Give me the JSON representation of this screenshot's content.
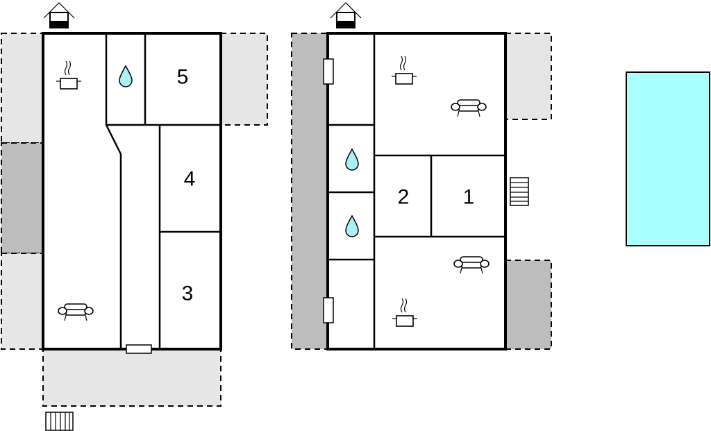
{
  "rooms": {
    "r1": "1",
    "r2": "2",
    "r3": "3",
    "r4": "4",
    "r5": "5"
  },
  "colors": {
    "pool": "#aaffff",
    "terrace_light": "#e6e6e6",
    "terrace_dark": "#bdbdbd",
    "water_drop": "#aaf0f5"
  },
  "icons": [
    "house-icon",
    "kitchen-pot-icon",
    "sofa-icon",
    "water-drop-icon",
    "stairs-icon",
    "window-icon",
    "door-icon"
  ]
}
